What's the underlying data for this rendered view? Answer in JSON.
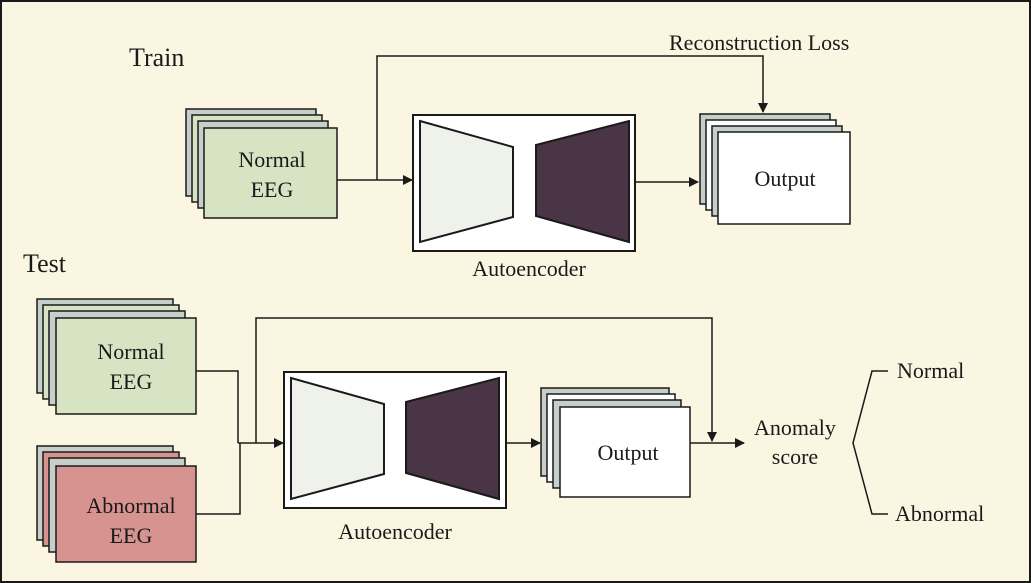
{
  "colors": {
    "background": "#fbf6e2",
    "normal_fill": "#d6e4c4",
    "abnormal_fill": "#d7938f",
    "stack_back": "#c6cfca",
    "encoder_fill": "#eef2ea",
    "decoder_fill": "#4a3546",
    "stroke": "#1a1a1a"
  },
  "train": {
    "section_label": "Train",
    "input_label_line1": "Normal",
    "input_label_line2": "EEG",
    "model_label": "Autoencoder",
    "output_label": "Output",
    "loss_label": "Reconstruction Loss"
  },
  "test": {
    "section_label": "Test",
    "normal_input_line1": "Normal",
    "normal_input_line2": "EEG",
    "abnormal_input_line1": "Abnormal",
    "abnormal_input_line2": "EEG",
    "model_label": "Autoencoder",
    "output_label": "Output",
    "score_line1": "Anomaly",
    "score_line2": "score",
    "class_normal": "Normal",
    "class_abnormal": "Abnormal"
  }
}
